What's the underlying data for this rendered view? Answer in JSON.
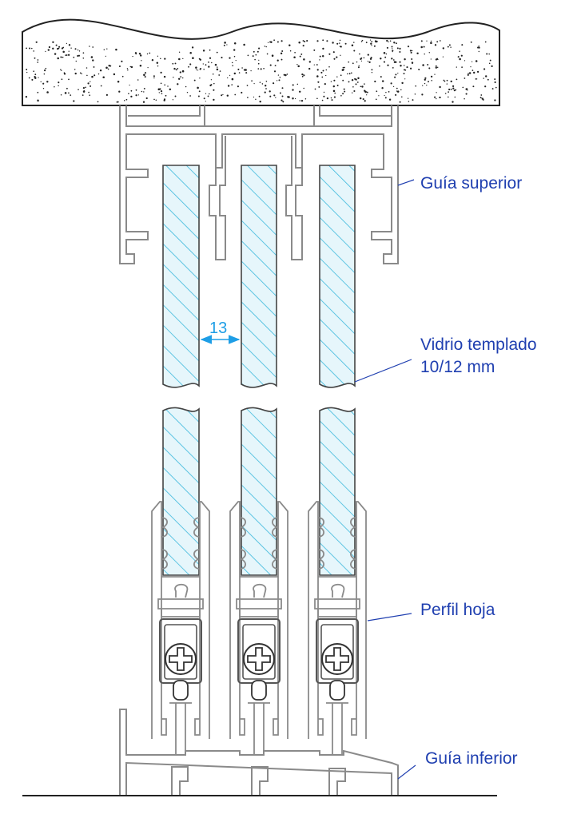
{
  "labels": {
    "guia_superior": "Guía superior",
    "vidrio_line1": "Vidrio templado",
    "vidrio_line2": "10/12 mm",
    "perfil_hoja": "Perfil hoja",
    "guia_inferior": "Guía inferior",
    "dimension": "13"
  },
  "colors": {
    "label": "#1f3fb0",
    "dimension": "#1e9ee6",
    "hatch": "#3cb9dc",
    "glass_fill": "#e6f6fb",
    "outline": "#444444",
    "profile": "#9a9a9a",
    "concrete": "#222222"
  },
  "panels": 3
}
